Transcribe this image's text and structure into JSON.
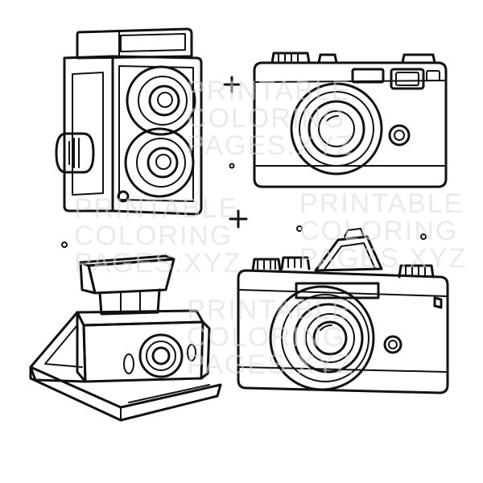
{
  "watermark": {
    "lines": [
      "PRINTABLE",
      "COLORING",
      "PAGES.XYZ"
    ],
    "color": "#d9d9d9"
  },
  "illustration": {
    "subjects": [
      "twin-lens-reflex-camera",
      "rangefinder-camera",
      "instant-folding-camera",
      "slr-camera"
    ],
    "ink_color": "#111111",
    "background": "#ffffff"
  }
}
